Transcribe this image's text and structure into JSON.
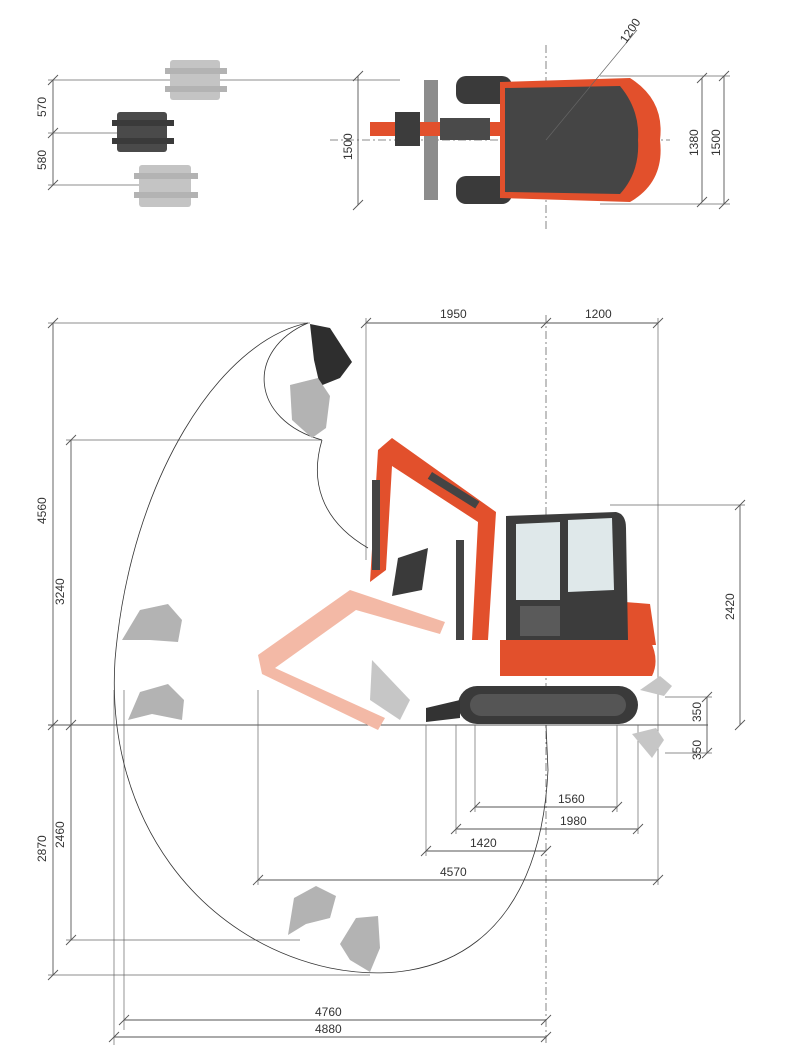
{
  "colors": {
    "machine_orange": "#e2502c",
    "boom_ghost": "#f3b9a6",
    "bucket_grey": "#b3b3b3",
    "dark_body": "#3c3c3c",
    "line": "#555555"
  },
  "top_view": {
    "bucket_offset_top": "570",
    "bucket_offset_bottom": "580",
    "length_width": "1500",
    "tail_radius": "1200",
    "track_width": "1380",
    "overall_width": "1500"
  },
  "side_view": {
    "front_reach_to_swing": "1950",
    "tail_swing": "1200",
    "max_dig_height": "4560",
    "max_dump_height": "3240",
    "cab_height": "2420",
    "blade_up": "350",
    "blade_down": "350",
    "track_length": "1560",
    "undercarriage_length": "1980",
    "blade_to_center": "1420",
    "min_swing_radius": "4570",
    "max_dig_depth": "2870",
    "vertical_dig_depth": "2460",
    "reach_at_ground": "4760",
    "max_reach": "4880"
  }
}
